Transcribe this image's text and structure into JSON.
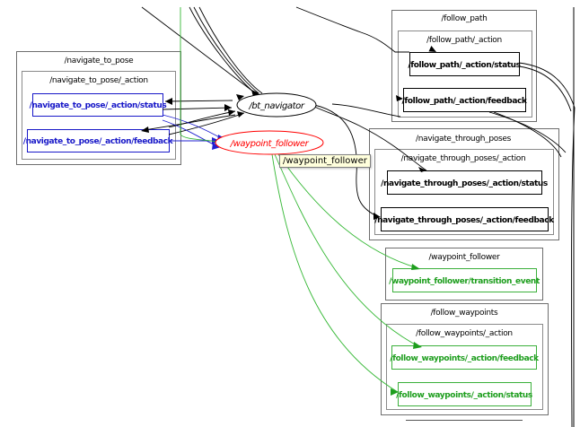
{
  "graph": {
    "nodes": {
      "bt_navigator": "/bt_navigator",
      "waypoint_follower": "/waypoint_follower"
    },
    "clusters": {
      "navigate_to_pose": {
        "label": "/navigate_to_pose",
        "action_label": "/navigate_to_pose/_action",
        "topics": [
          "/navigate_to_pose/_action/status",
          "/navigate_to_pose/_action/feedback"
        ]
      },
      "follow_path": {
        "label": "/follow_path",
        "action_label": "/follow_path/_action",
        "topics": [
          "/follow_path/_action/status",
          "/follow_path/_action/feedback"
        ]
      },
      "navigate_through_poses": {
        "label": "/navigate_through_poses",
        "action_label": "/navigate_through_poses/_action",
        "topics": [
          "/navigate_through_poses/_action/status",
          "/navigate_through_poses/_action/feedback"
        ]
      },
      "waypoint_follower": {
        "label": "/waypoint_follower",
        "topics": [
          "/waypoint_follower/transition_event"
        ]
      },
      "follow_waypoints": {
        "label": "/follow_waypoints",
        "action_label": "/follow_waypoints/_action",
        "topics": [
          "/follow_waypoints/_action/feedback",
          "/follow_waypoints/_action/status"
        ]
      }
    },
    "tooltip": "/waypoint_follower",
    "colors": {
      "highlight_node": "#ff0000",
      "publisher_topic": "#1818c8",
      "subscriber_topic": "#1e9e1e",
      "default": "#000000"
    }
  }
}
